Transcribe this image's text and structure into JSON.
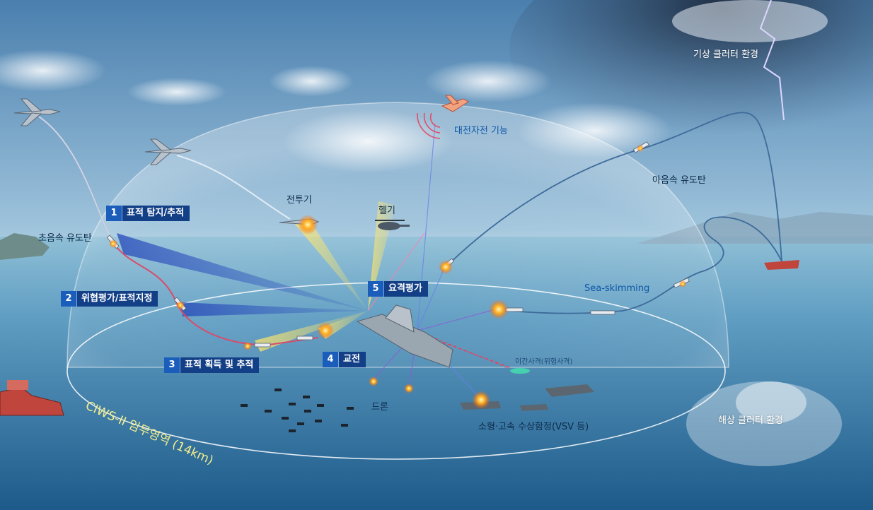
{
  "labels": {
    "weather_clutter": "기상 클러터 환경",
    "anti_ew": "대전자전 기능",
    "subsonic_missile": "아음속 유도탄",
    "supersonic_missile": "초음속 유도탄",
    "fighter": "전투기",
    "helicopter": "헬기",
    "sea_skimming": "Sea-skimming",
    "warning_fire": "이간사격(위협사격)",
    "drone": "드론",
    "small_vessels": "소형·고속 수상함정(VSV 등)",
    "sea_clutter": "해상 클러터 환경",
    "mission_area": "CIWS-II 임무영역 (14km)"
  },
  "steps": [
    {
      "num": "1",
      "label": "표적 탐지/추적"
    },
    {
      "num": "2",
      "label": "위협평가/표적지정"
    },
    {
      "num": "3",
      "label": "표적 획득 및 추적"
    },
    {
      "num": "4",
      "label": "교전"
    },
    {
      "num": "5",
      "label": "요격평가"
    }
  ],
  "colors": {
    "sky_top": "#4f86b3",
    "sky_mid": "#9cc3dc",
    "sea_top": "#7fb3cf",
    "sea_bottom": "#1f5f8f",
    "step_box": "#123f86",
    "step_num": "#1a5dbb",
    "missile_trail": "#d94b6a",
    "beam_yellow": "#ffe66b",
    "beam_blue": "#2a4fc8",
    "mission_text": "#f4ef8a"
  }
}
